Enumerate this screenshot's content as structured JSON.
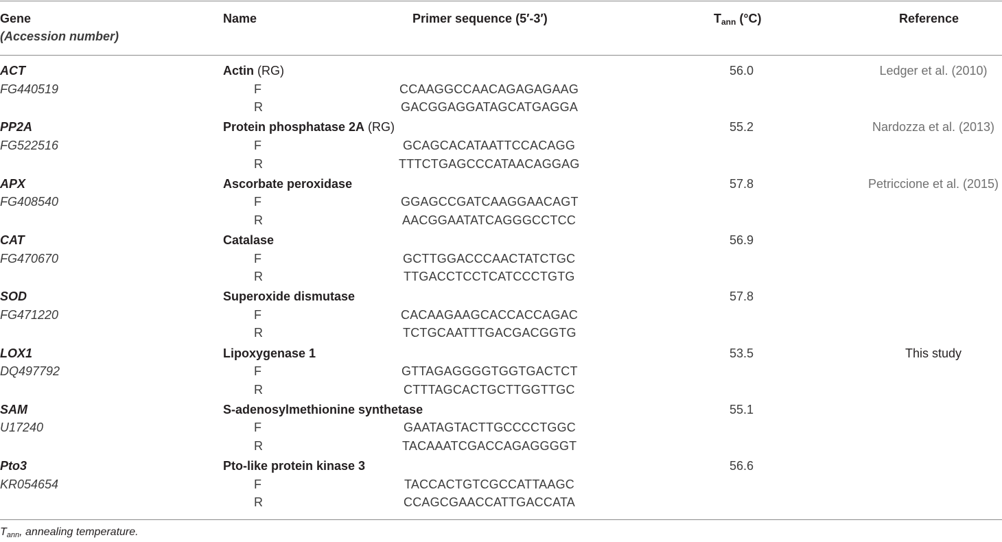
{
  "header": {
    "gene": "Gene",
    "accession": "(Accession number)",
    "name": "Name",
    "primer": "Primer sequence (5′-3′)",
    "tann_main": "T",
    "tann_sub": "ann",
    "tann_unit": " (°C)",
    "reference": "Reference"
  },
  "rows": [
    {
      "gene": "ACT",
      "accession": "FG440519",
      "name": "Actin",
      "rg": " (RG)",
      "f_label": "F",
      "f_seq": "CCAAGGCCAACAGAGAGAAG",
      "r_label": "R",
      "r_seq": "GACGGAGGATAGCATGAGGA",
      "tann": "56.0",
      "reference": "Ledger et al. (2010)"
    },
    {
      "gene": "PP2A",
      "accession": "FG522516",
      "name": "Protein phosphatase 2A",
      "rg": " (RG)",
      "f_label": "F",
      "f_seq": "GCAGCACATAATTCCACAGG",
      "r_label": "R",
      "r_seq": "TTTCTGAGCCCATAACAGGAG",
      "tann": "55.2",
      "reference": "Nardozza et al. (2013)"
    },
    {
      "gene": "APX",
      "accession": "FG408540",
      "name": "Ascorbate peroxidase",
      "rg": "",
      "f_label": "F",
      "f_seq": "GGAGCCGATCAAGGAACAGT",
      "r_label": "R",
      "r_seq": "AACGGAATATCAGGGCCTCC",
      "tann": "57.8",
      "reference": "Petriccione et al. (2015)"
    },
    {
      "gene": "CAT",
      "accession": "FG470670",
      "name": "Catalase",
      "rg": "",
      "f_label": "F",
      "f_seq": "GCTTGGACCCAACTATCTGC",
      "r_label": "R",
      "r_seq": "TTGACCTCCTCATCCCTGTG",
      "tann": "56.9",
      "reference": ""
    },
    {
      "gene": "SOD",
      "accession": "FG471220",
      "name": "Superoxide dismutase",
      "rg": "",
      "f_label": "F",
      "f_seq": "CACAAGAAGCACCACCAGAC",
      "r_label": "R",
      "r_seq": "TCTGCAATTTGACGACGGTG",
      "tann": "57.8",
      "reference": ""
    },
    {
      "gene": "LOX1",
      "accession": "DQ497792",
      "name": "Lipoxygenase 1",
      "rg": "",
      "f_label": "F",
      "f_seq": "GTTAGAGGGGTGGTGACTCT",
      "r_label": "R",
      "r_seq": "CTTTAGCACTGCTTGGTTGC",
      "tann": "53.5",
      "reference": "This study"
    },
    {
      "gene": "SAM",
      "accession": "U17240",
      "name": "S-adenosylmethionine synthetase",
      "rg": "",
      "f_label": "F",
      "f_seq": "GAATAGTACTTGCCCCTGGC",
      "r_label": "R",
      "r_seq": "TACAAATCGACCAGAGGGGT",
      "tann": "55.1",
      "reference": ""
    },
    {
      "gene": "Pto3",
      "accession": "KR054654",
      "name": "Pto-like protein kinase 3",
      "rg": "",
      "f_label": "F",
      "f_seq": "TACCACTGTCGCCATTAAGC",
      "r_label": "R",
      "r_seq": "CCAGCGAACCATTGACCATA",
      "tann": "56.6",
      "reference": ""
    }
  ],
  "footnote": {
    "main": "T",
    "sub": "ann",
    "text": ", annealing temperature."
  }
}
